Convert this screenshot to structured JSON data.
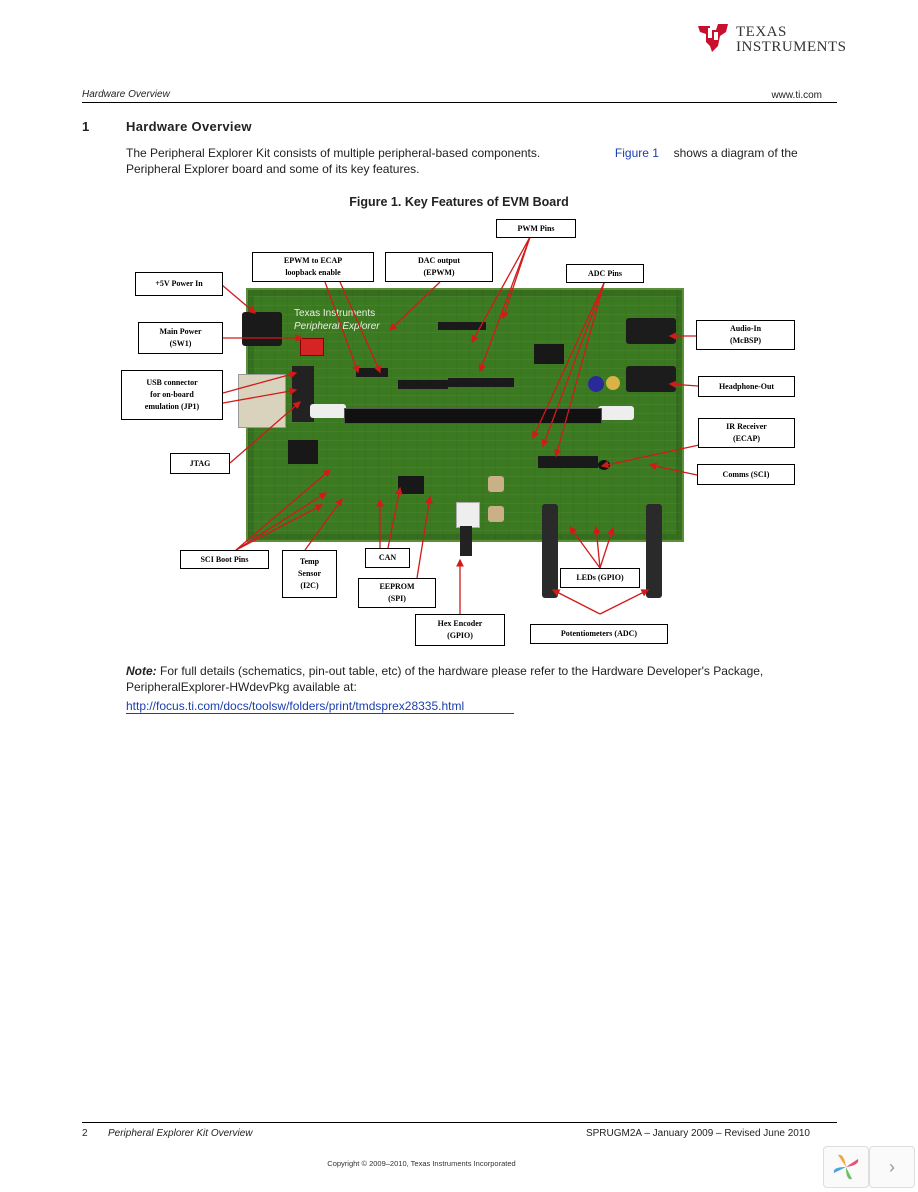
{
  "header": {
    "logo_line1": "TEXAS",
    "logo_line2": "INSTRUMENTS",
    "section_left": "Hardware Overview",
    "website": "www.ti.com"
  },
  "section": {
    "number": "1",
    "title": "Hardware Overview",
    "intro_part1": "The Peripheral Explorer Kit consists of multiple peripheral-based components.",
    "figure_link": "Figure 1",
    "intro_part2": "shows a diagram of the Peripheral Explorer board and some of its key features."
  },
  "figure": {
    "caption": "Figure 1. Key Features of EVM Board",
    "board_silk_1": "Texas Instruments",
    "board_silk_2": "Peripheral Explorer",
    "labels": {
      "pwm_pins": "PWM Pins",
      "epwm_ecap_1": "EPWM to ECAP",
      "epwm_ecap_2": "loopback enable",
      "dac_1": "DAC output",
      "dac_2": "(EPWM)",
      "adc_pins": "ADC Pins",
      "power_in": "+5V Power In",
      "main_power_1": "Main Power",
      "main_power_2": "(SW1)",
      "audio_in_1": "Audio-In",
      "audio_in_2": "(McBSP)",
      "usb_1": "USB connector",
      "usb_2": "for on-board",
      "usb_3": "emulation (JP1)",
      "headphone": "Headphone-Out",
      "ir_1": "IR Receiver",
      "ir_2": "(ECAP)",
      "jtag": "JTAG",
      "comms": "Comms (SCI)",
      "sci_boot": "SCI Boot Pins",
      "temp_1": "Temp",
      "temp_2": "Sensor",
      "temp_3": "(I2C)",
      "can": "CAN",
      "eeprom_1": "EEPROM",
      "eeprom_2": "(SPI)",
      "leds": "LEDs (GPIO)",
      "hex_1": "Hex Encoder",
      "hex_2": "(GPIO)",
      "pots": "Potentiometers (ADC)"
    }
  },
  "note": {
    "lead": "Note:",
    "text": "For full details (schematics, pin-out table, etc) of the hardware please refer to the Hardware Developer's Package, PeripheralExplorer-HWdevPkg available at:",
    "url": "http://focus.ti.com/docs/toolsw/folders/print/tmdsprex28335.html"
  },
  "footer": {
    "page": "2",
    "doc_title": "Peripheral Explorer Kit Overview",
    "doc_id": "SPRUGM2A – January 2009 – Revised June 2010",
    "copyright": "Copyright © 2009–2010, Texas Instruments Incorporated"
  },
  "colors": {
    "board_green": "#3c7a22",
    "arrow_red": "#d11a1a",
    "link_blue": "#1a3fb0"
  }
}
